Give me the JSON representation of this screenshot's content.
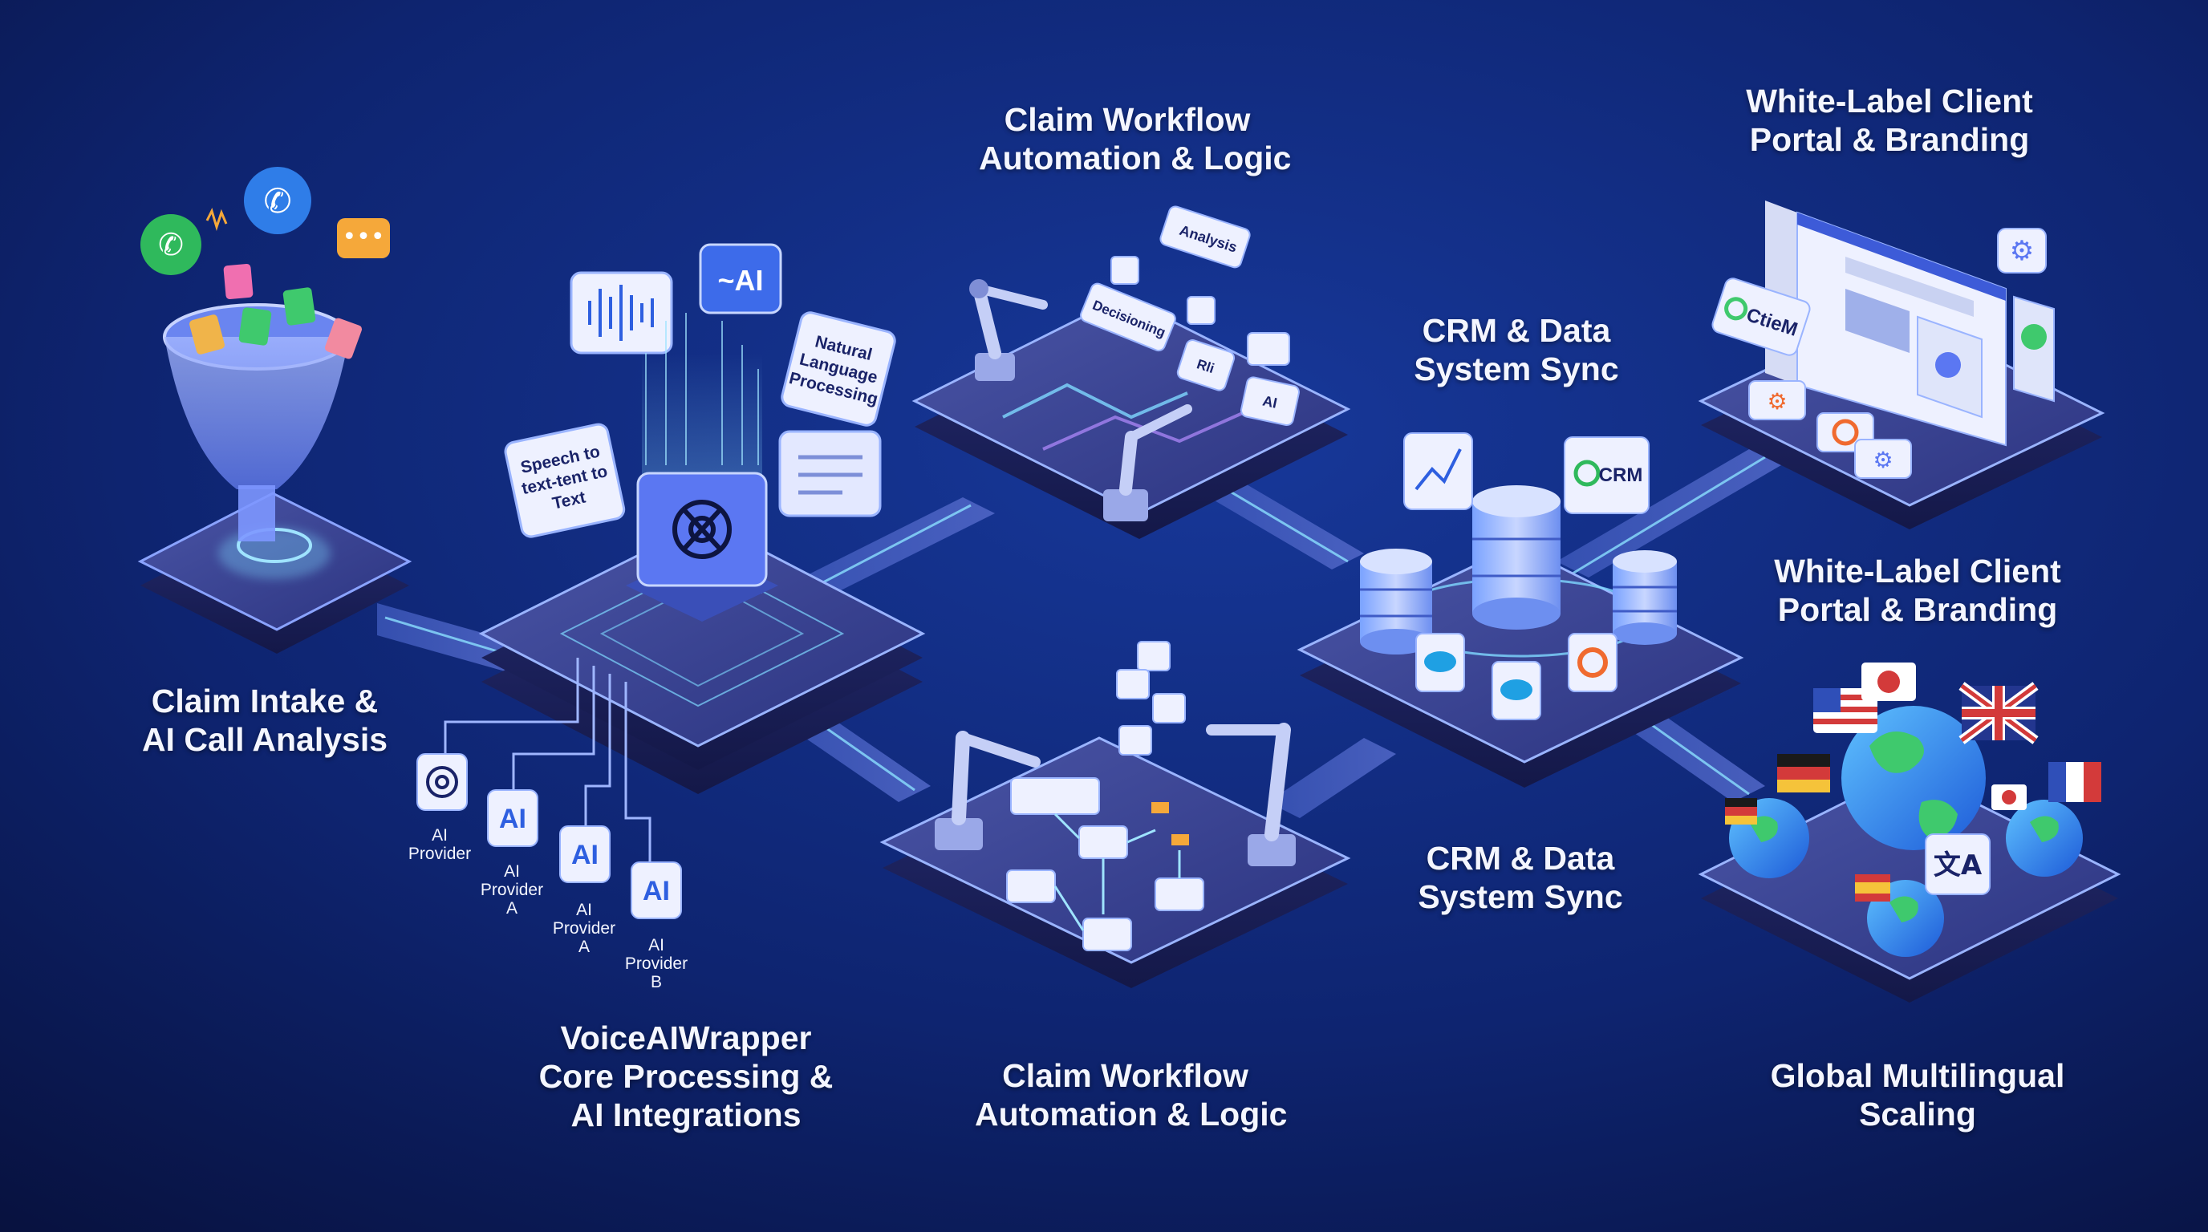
{
  "colors": {
    "bg_dark": "#081342",
    "bg_mid": "#0f2a78",
    "platform_top": "#3c4694",
    "platform_side": "#1a1f5a",
    "glow": "#7fd8ff",
    "accent_blue": "#4a7dff",
    "accent_purple": "#9b7bff",
    "label_text": "#f4f6ff"
  },
  "labels": {
    "intake": [
      "Claim Intake &",
      "AI Call Analysis"
    ],
    "core": [
      "VoiceAIWrapper",
      "Core Processing &",
      "AI Integrations"
    ],
    "workflow_top": [
      "Claim Workflow",
      "Automation & Logic"
    ],
    "workflow_bottom": [
      "Claim Workflow",
      "Automation & Logic"
    ],
    "crm_top": [
      "CRM & Data",
      "System Sync"
    ],
    "crm_bottom": [
      "CRM & Data",
      "System Sync"
    ],
    "whitelabel_top": [
      "White-Label Client",
      "Portal & Branding"
    ],
    "whitelabel_mid": [
      "White-Label Client",
      "Portal & Branding"
    ],
    "global": [
      "Global Multilingual",
      "Scaling"
    ]
  },
  "core_cards": {
    "speech": [
      "Speech to",
      "text-tent to",
      "Text"
    ],
    "ai": "~AI",
    "nlp": [
      "Natural",
      "Language",
      "Processing"
    ]
  },
  "providers": [
    {
      "icon": "openai-icon",
      "lines": [
        "AI",
        "Provider"
      ]
    },
    {
      "icon": "AI",
      "lines": [
        "AI",
        "Provider",
        "A"
      ]
    },
    {
      "icon": "AI",
      "lines": [
        "AI",
        "Provider",
        "A"
      ]
    },
    {
      "icon": "AI",
      "lines": [
        "AI",
        "Provider",
        "B"
      ]
    }
  ],
  "workflow_tags": {
    "analysis": "Analysis",
    "decisioning": "Decisioning",
    "routing": "Rli",
    "ai": "AI"
  },
  "crm_card": "CRM",
  "portal_card": "CtieM",
  "icons": [
    "phone-icon",
    "chat-icon",
    "document-icon",
    "funnel-icon",
    "waveform-icon",
    "openai-icon",
    "robot-arm-icon",
    "database-icon",
    "chart-icon",
    "salesforce-icon",
    "globe-icon",
    "translate-icon",
    "gear-icon",
    "flag-us-icon",
    "flag-japan-icon",
    "flag-uk-icon",
    "flag-germany-icon",
    "flag-france-icon",
    "flag-spain-icon"
  ]
}
